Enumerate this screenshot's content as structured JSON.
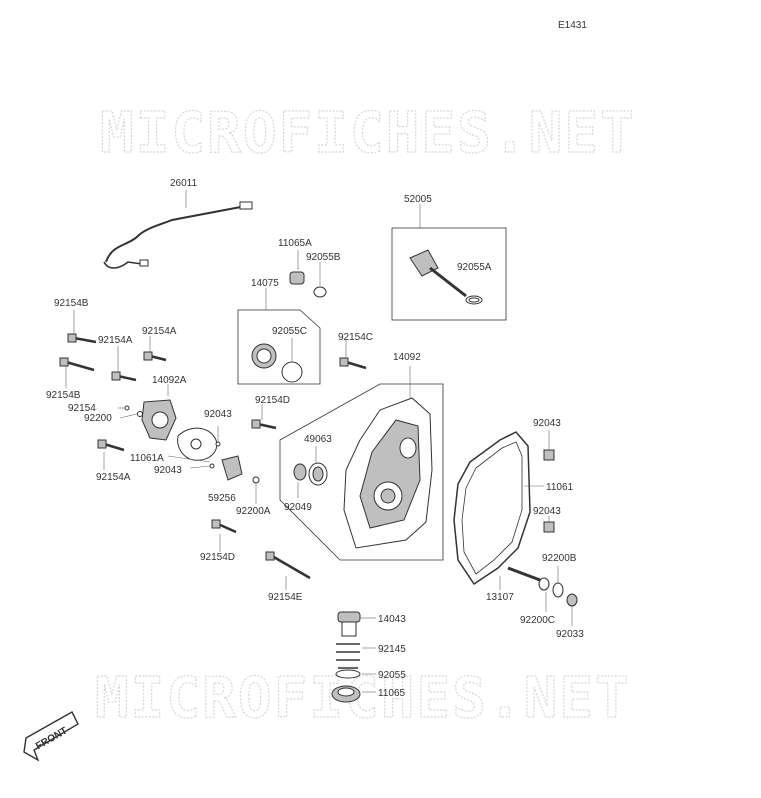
{
  "diagram": {
    "code": "E1431",
    "watermark": "MICROFICHES.NET",
    "front_label": "FRONT",
    "part_labels": [
      "26011",
      "52005",
      "11065A",
      "92055B",
      "14075",
      "92055A",
      "92154B",
      "92154A",
      "92154A",
      "92055C",
      "92154C",
      "14092",
      "92154B",
      "14092A",
      "92154",
      "92200",
      "92043",
      "92154D",
      "49063",
      "92043",
      "11061A",
      "92043",
      "92154A",
      "59256",
      "11061",
      "92049",
      "92200A",
      "92043",
      "92154D",
      "92200B",
      "92154E",
      "13107",
      "14043",
      "92200C",
      "92033",
      "92145",
      "92055",
      "11065"
    ]
  }
}
